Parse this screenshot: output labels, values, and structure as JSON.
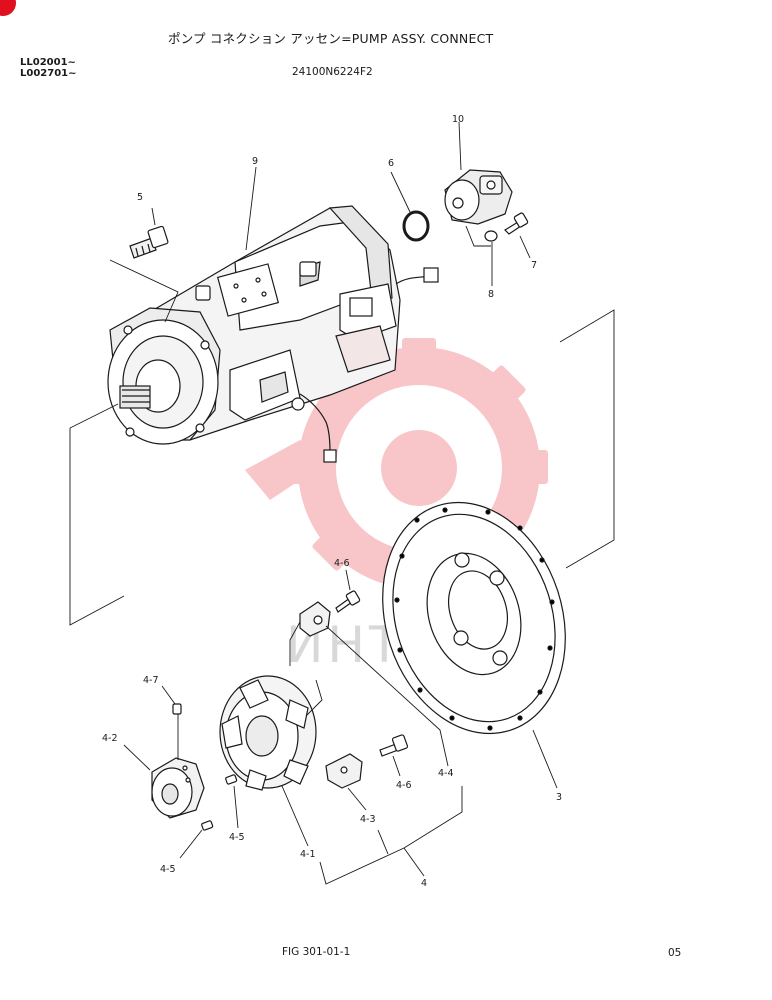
{
  "header": {
    "title": "ポンプ コネクション アッセン=PUMP ASSY. CONNECT",
    "serial_1": "LL02001~",
    "serial_2": "L002701~",
    "part_number": "24100N6224F2"
  },
  "callouts": {
    "c3": "3",
    "c4": "4",
    "c4_1": "4-1",
    "c4_2": "4-2",
    "c4_3": "4-3",
    "c4_4": "4-4",
    "c4_5a": "4-5",
    "c4_5b": "4-5",
    "c4_6a": "4-6",
    "c4_6b": "4-6",
    "c4_7": "4-7",
    "c5": "5",
    "c6": "6",
    "c7": "7",
    "c8": "8",
    "c9": "9",
    "c10": "10"
  },
  "watermark": {
    "text": "ИНТЕХ",
    "color": "#e8343c"
  },
  "footer": {
    "figure": "FIG 301-01-1",
    "page": "05"
  }
}
